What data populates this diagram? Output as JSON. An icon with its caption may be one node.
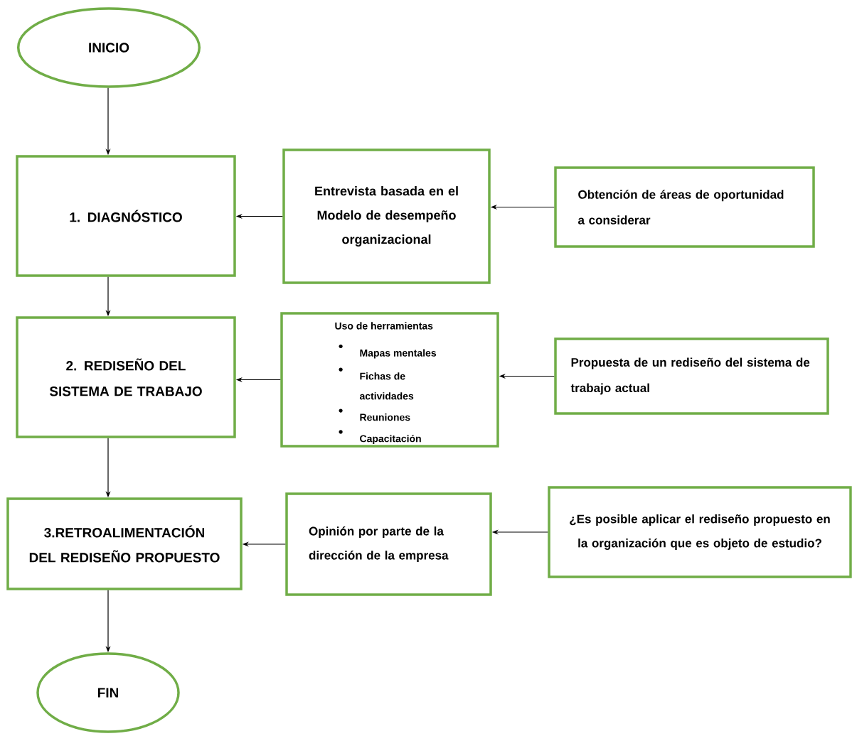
{
  "diagram": {
    "nodes": [
      {
        "text": [
          "INICIO"
        ]
      },
      {
        "text": [
          "1.  DIAGNÓSTICO"
        ]
      },
      {
        "text": [
          "Entrevista basada en el Modelo de desempeño organizacional"
        ]
      },
      {
        "text": [
          "Obtención de áreas de oportunidad a considerar"
        ]
      },
      {
        "text": [
          "2. REDISEÑO DEL SISTEMA DE TRABAJO"
        ]
      },
      {
        "text": [
          "Uso de herramientas",
          "Mapas mentales",
          "Fichas de actividades",
          "Reuniones",
          "Capacitación"
        ]
      },
      {
        "text": [
          "Propuesta de un rediseño del sistema de trabajo actual"
        ]
      },
      {
        "text": [
          "3.RETROALIMENTACIÓN DEL REDISEÑO PROPUESTO"
        ]
      },
      {
        "text": [
          "Opinión por parte de la dirección de la empresa"
        ]
      },
      {
        "text": [
          "¿Es posible aplicar el rediseño propuesto en la organización que es objeto de estudio?"
        ]
      },
      {
        "text": [
          "FIN"
        ]
      }
    ],
    "edges": [
      {
        "from": 0,
        "to": 1,
        "arrow": "to"
      },
      {
        "from": 1,
        "to": 4,
        "arrow": "to"
      },
      {
        "from": 4,
        "to": 7,
        "arrow": "to"
      },
      {
        "from": 7,
        "to": 10,
        "arrow": "to"
      },
      {
        "from": 2,
        "to": 1,
        "arrow": "to"
      },
      {
        "from": 3,
        "to": 2,
        "arrow": "to"
      },
      {
        "from": 5,
        "to": 4,
        "arrow": "to"
      },
      {
        "from": 6,
        "to": 5,
        "arrow": "to"
      },
      {
        "from": 8,
        "to": 7,
        "arrow": "to"
      },
      {
        "from": 9,
        "to": 8,
        "arrow": "to"
      }
    ]
  }
}
